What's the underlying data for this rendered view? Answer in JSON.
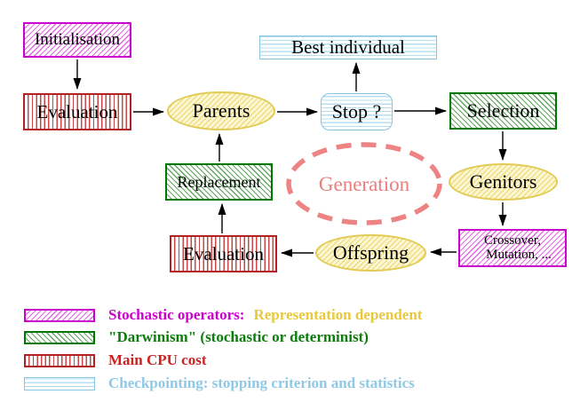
{
  "nodes": {
    "initialisation": {
      "label": "Initialisation"
    },
    "evaluation_top": {
      "label": "Evaluation"
    },
    "parents": {
      "label": "Parents"
    },
    "stop": {
      "label": "Stop ?"
    },
    "best_individual": {
      "label": "Best individual"
    },
    "selection": {
      "label": "Selection"
    },
    "genitors": {
      "label": "Genitors"
    },
    "crossover_mutation": {
      "label_line1": "Crossover,",
      "label_line2": "Mutation, ..."
    },
    "offspring": {
      "label": "Offspring"
    },
    "evaluation_bottom": {
      "label": "Evaluation"
    },
    "replacement": {
      "label": "Replacement"
    },
    "generation": {
      "label": "Generation"
    }
  },
  "legend": {
    "rows": [
      {
        "swatch": "stochastic-operators-magenta-hatch",
        "text_primary": "Stochastic operators:",
        "text_secondary": "Representation dependent"
      },
      {
        "swatch": "darwinism-green-hatch",
        "text_primary": "\"Darwinism\" (stochastic or determinist)"
      },
      {
        "swatch": "cpu-cost-red-stripes",
        "text_primary": "Main CPU cost"
      },
      {
        "swatch": "checkpointing-cyan-stripes",
        "text_primary": "Checkpointing: stopping criterion and statistics"
      }
    ]
  },
  "colors": {
    "magenta_border": "#cc00cc",
    "green_border": "#007700",
    "red_border": "#b22222",
    "cyan_border": "#85c6de",
    "yellow_border": "#e2cb55",
    "generation_salmon": "#ee8383",
    "legend_yellow_text": "#e8c83c",
    "legend_green_text": "#0b7d0b",
    "legend_red_text": "#cc2222",
    "legend_cyan_text": "#8fc9e6",
    "arrow_black": "#000000"
  }
}
